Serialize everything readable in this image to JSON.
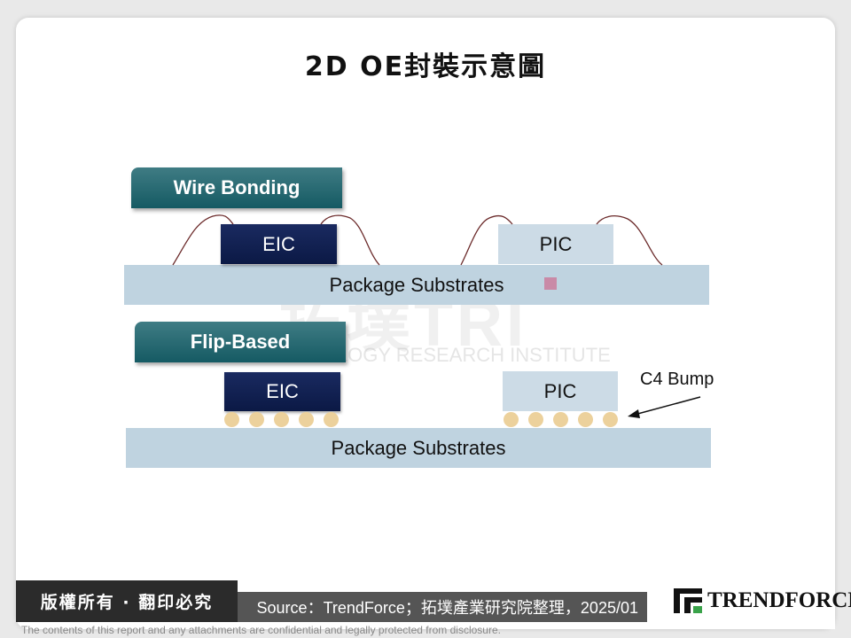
{
  "title": "2D OE封裝示意圖",
  "wire_bonding": {
    "label": "Wire Bonding",
    "eic": "EIC",
    "pic": "PIC",
    "substrate": "Package Substrates"
  },
  "flip_based": {
    "label": "Flip-Based",
    "eic": "EIC",
    "pic": "PIC",
    "substrate": "Package Substrates",
    "bump_label": "C4 Bump"
  },
  "watermark": {
    "main": "拓墣TRI",
    "sub": "TOPOLOGY RESEARCH INSTITUTE"
  },
  "footer": {
    "copyright": "版權所有 · 翻印必究",
    "source": "Source：TrendForce；拓墣產業研究院整理，2025/01",
    "logo_text": "TRENDFORCE",
    "disclaimer": "The contents of this report and any attachments are confidential and legally protected from disclosure."
  },
  "colors": {
    "label_teal": "#1f6770",
    "eic_navy": "#0f1f52",
    "pic_lightblue": "#ccdbe6",
    "substrate_blue": "#bfd3e0",
    "wire_brown": "#6b2a2a",
    "bump_tan": "#ecd19c",
    "marker_pink": "#c98aa7"
  }
}
